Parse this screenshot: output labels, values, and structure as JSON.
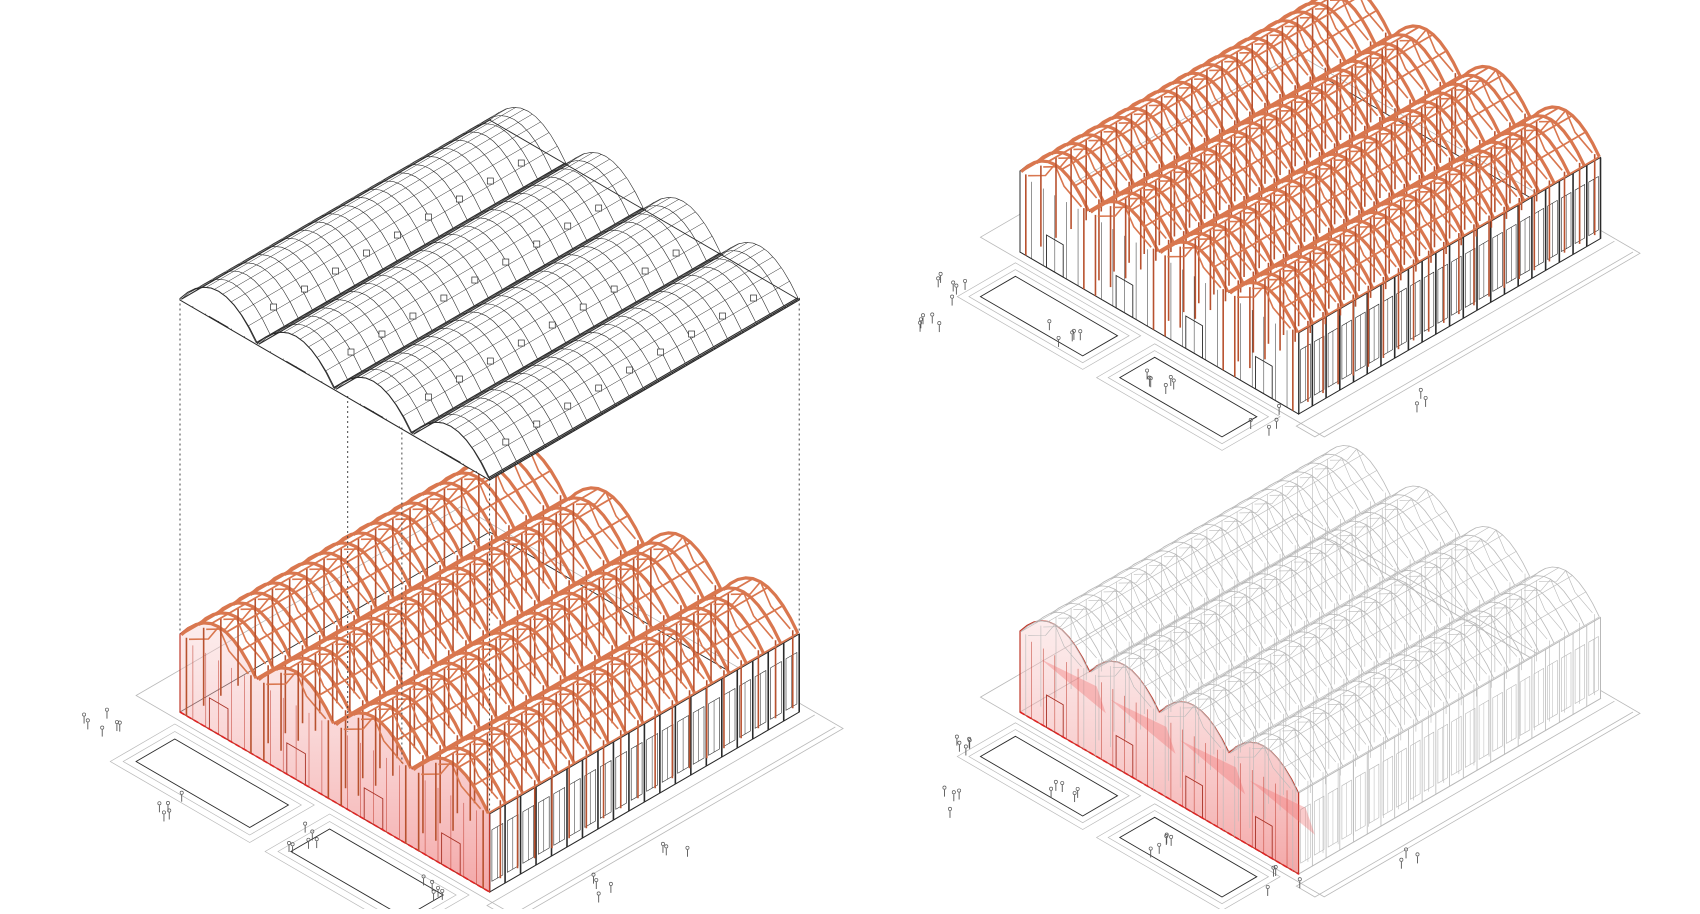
{
  "figure": {
    "panels": [
      {
        "id": "exploded-axonometric",
        "layers": [
          "roof-shell",
          "timber-structure",
          "ground-plan"
        ]
      },
      {
        "id": "structure-axonometric",
        "layers": [
          "timber-structure",
          "ground-plan"
        ]
      },
      {
        "id": "entrance-facade-axonometric",
        "layers": [
          "ghost-shell",
          "highlighted-facade",
          "ground-plan"
        ]
      }
    ],
    "hall_count": 4,
    "colors": {
      "line": "#2b2b2b",
      "ghost_line": "#b9b9b9",
      "timber": "#d9774f",
      "timber_dark": "#b8522f",
      "highlight_fill": "#f7c9c9",
      "highlight_dash": "#e02424",
      "background": "#ffffff"
    },
    "icons": [
      "person-figure-icon",
      "dashed-projection-line"
    ]
  }
}
